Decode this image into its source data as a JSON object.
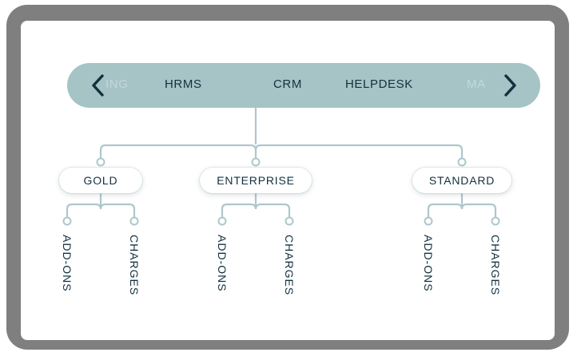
{
  "tabbar": {
    "prev_icon": "chevron-left-icon",
    "next_icon": "chevron-right-icon",
    "tabs": [
      {
        "label": "ING",
        "state": "faded-left"
      },
      {
        "label": "HRMS",
        "state": "inactive"
      },
      {
        "label": "CRM",
        "state": "active"
      },
      {
        "label": "HELPDESK",
        "state": "inactive"
      },
      {
        "label": "MA",
        "state": "faded-right"
      }
    ],
    "active_tab": "CRM"
  },
  "tree": {
    "root": "CRM",
    "nodes": [
      {
        "label": "GOLD",
        "children": [
          {
            "label": "ADD-ONS"
          },
          {
            "label": "CHARGES"
          }
        ]
      },
      {
        "label": "ENTERPRISE",
        "children": [
          {
            "label": "ADD-ONS"
          },
          {
            "label": "CHARGES"
          }
        ]
      },
      {
        "label": "STANDARD",
        "children": [
          {
            "label": "ADD-ONS"
          },
          {
            "label": "CHARGES"
          }
        ]
      }
    ]
  },
  "colors": {
    "tabbar_bg": "#a6c3c6",
    "accent_dark": "#12303f",
    "wire": "#aec7cc",
    "frame": "#7f7f7f",
    "screen_bg": "#ffffff"
  }
}
